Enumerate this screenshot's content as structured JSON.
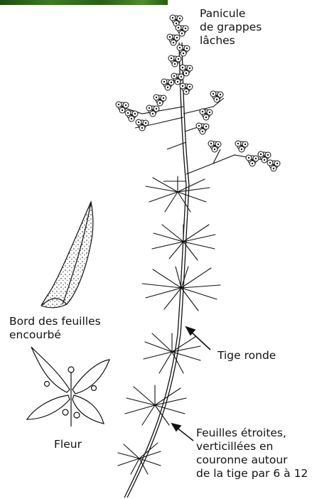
{
  "labels": {
    "panicle": "Panicule\nde grappes\nlâches",
    "leaf_edge": "Bord des feuilles\nencourbé",
    "stem": "Tige ronde",
    "flower": "Fleur",
    "leaves": "Feuilles étroites,\nverticillées en\ncouronne autour\nde la tige par 6 à 12"
  },
  "colors": {
    "ink": "#111111",
    "background": "#ffffff",
    "photo_strip": "#3f7a22"
  }
}
